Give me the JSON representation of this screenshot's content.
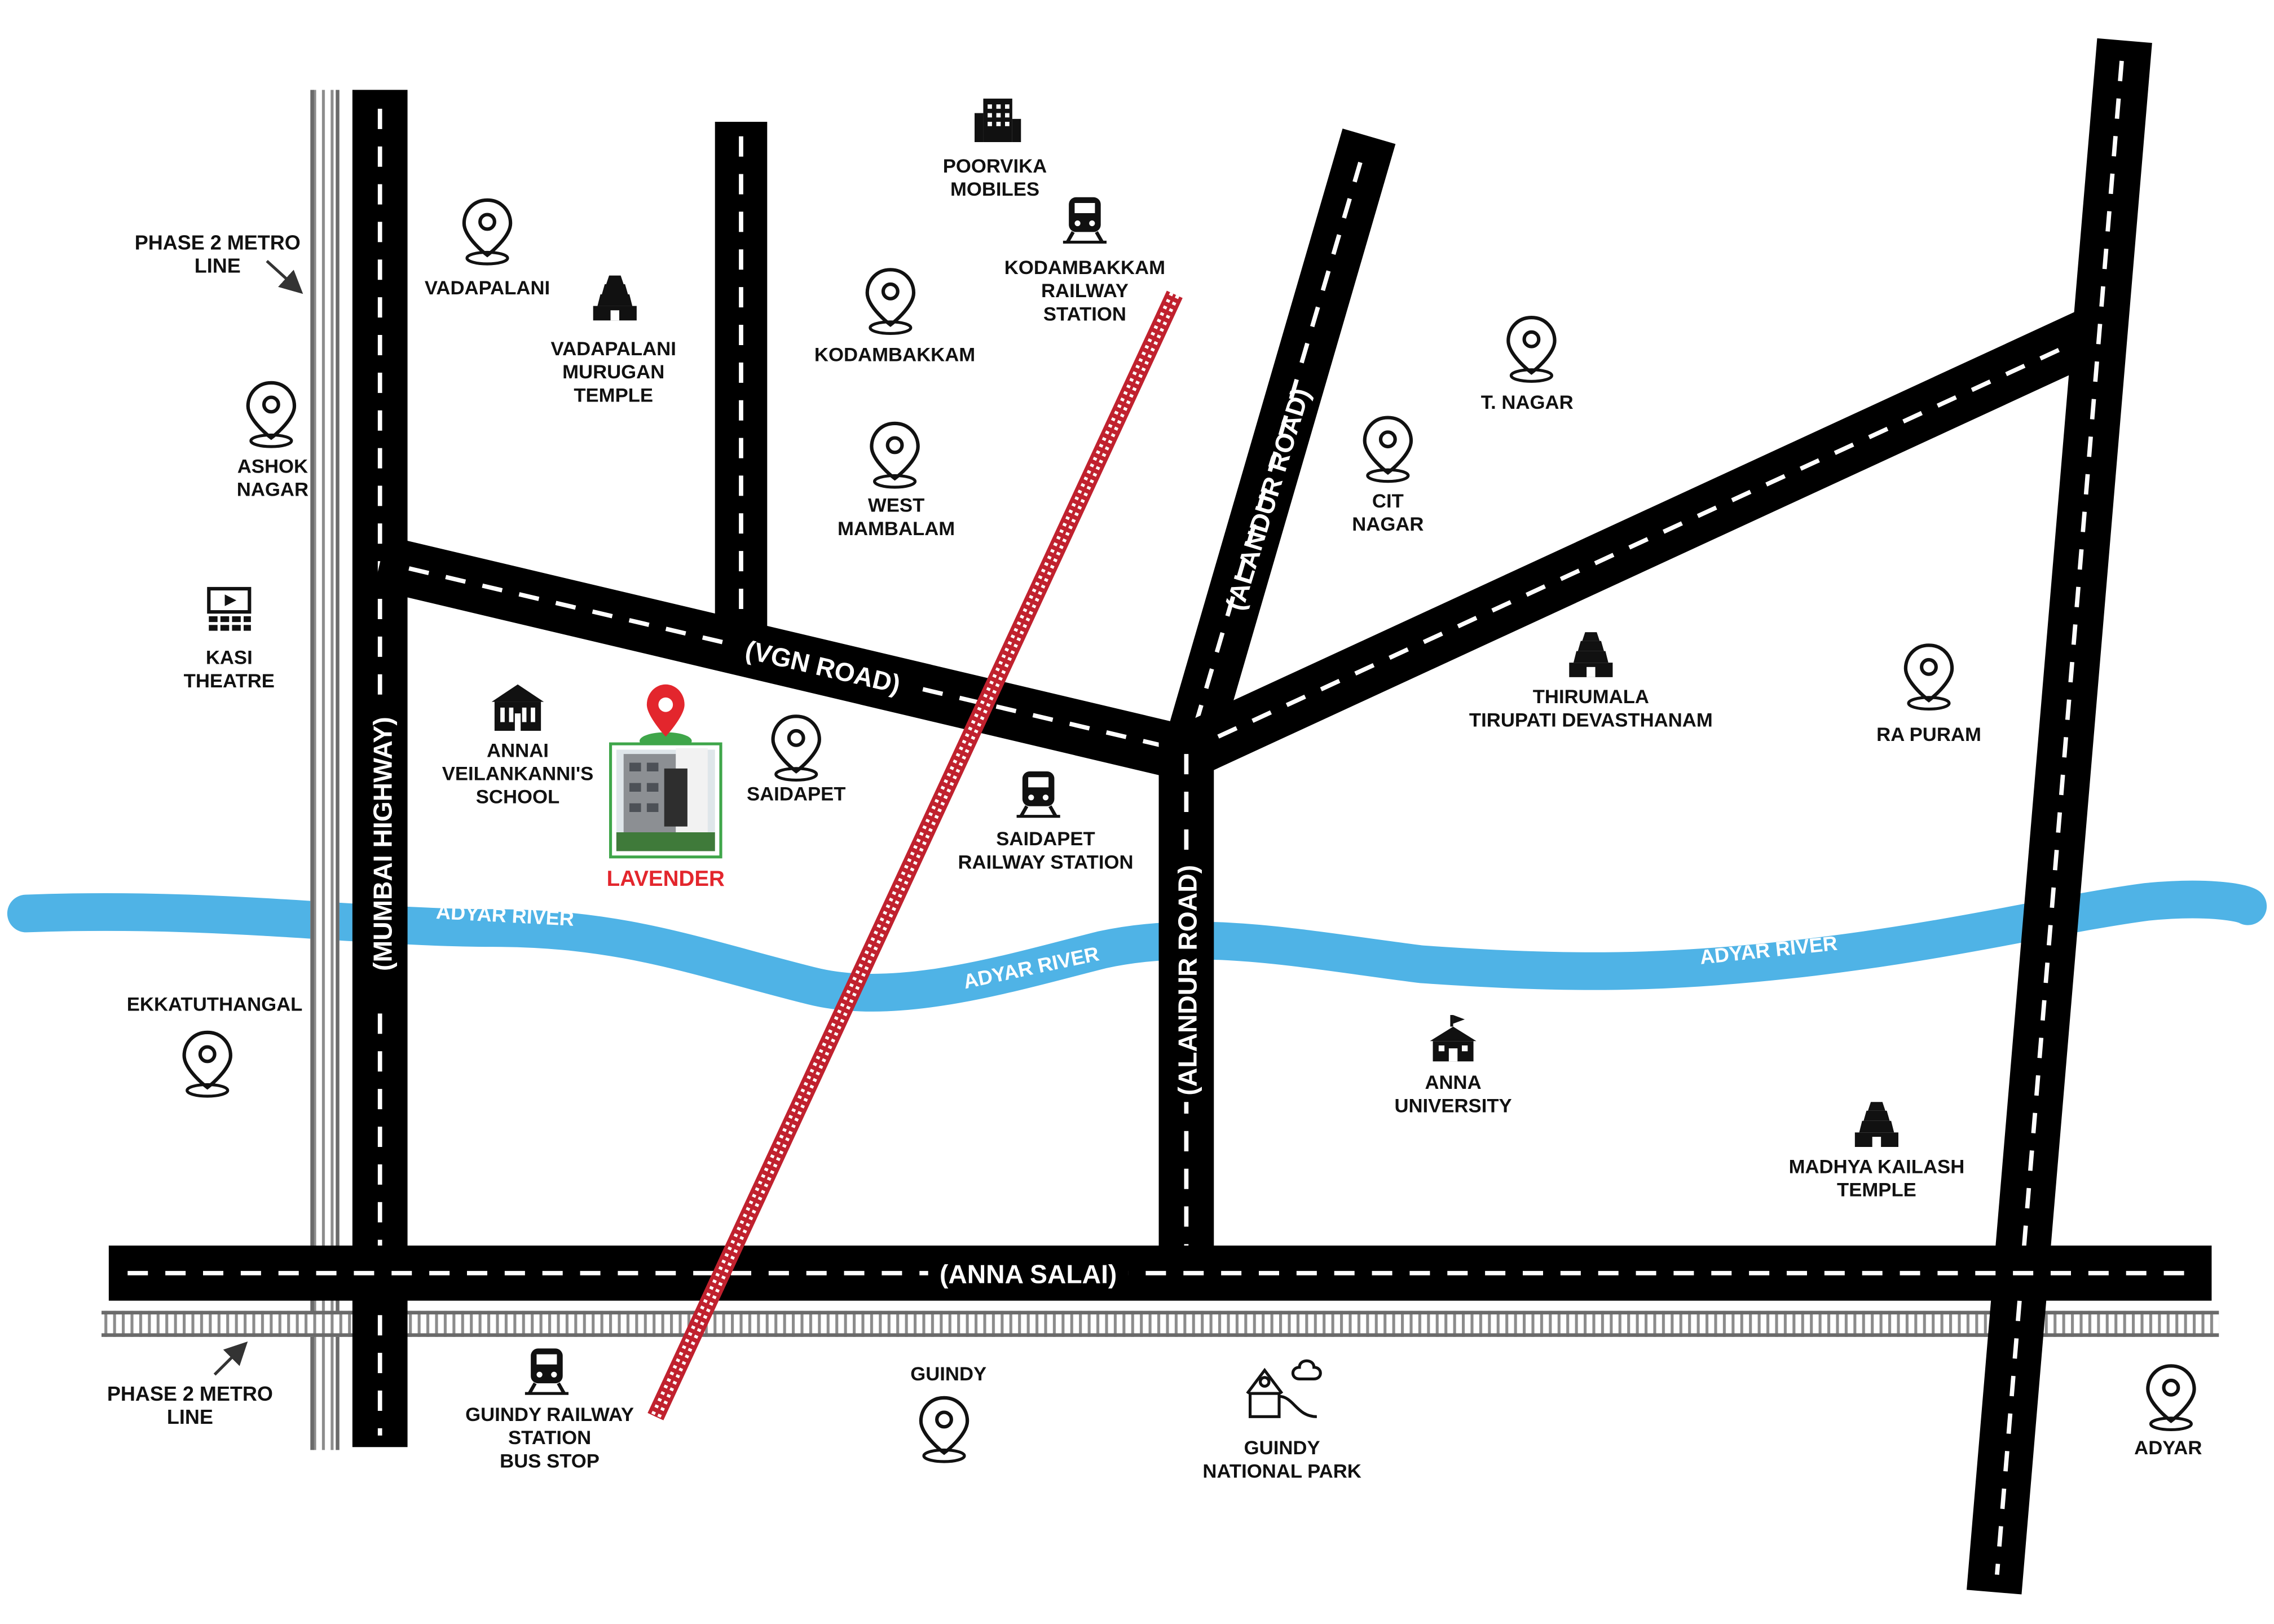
{
  "colors": {
    "road": "#000000",
    "road_dash": "#ffffff",
    "river": "#4fb3e6",
    "rail_gray": "#8c8c8c",
    "rail_red": "#c0212e",
    "pin": "#111111",
    "project_pin": "#e3262d",
    "project_label": "#e3262d"
  },
  "roads": {
    "mumbai_highway": "(MUMBAI HIGHWAY)",
    "vgn_road": "(VGN ROAD)",
    "alandur_road_upper": "(ALANDUR ROAD)",
    "alandur_road_lower": "(ALANDUR ROAD)",
    "anna_salai": "(ANNA SALAI)"
  },
  "river": {
    "label_west": "ADYAR RIVER",
    "label_mid": "ADYAR RIVER",
    "label_east": "ADYAR RIVER"
  },
  "metro": {
    "top_line1": "PHASE 2 METRO",
    "top_line2": "LINE",
    "bottom_line1": "PHASE 2 METRO",
    "bottom_line2": "LINE"
  },
  "project": {
    "name": "LAVENDER"
  },
  "places": {
    "poorvika": {
      "line1": "POORVIKA",
      "line2": "MOBILES",
      "icon": "building-icon"
    },
    "kodambakkam_station": {
      "line1": "KODAMBAKKAM",
      "line2": "RAILWAY",
      "line3": "STATION",
      "icon": "train-icon"
    },
    "vadapalani": {
      "line1": "VADAPALANI",
      "icon": "location-pin-icon"
    },
    "vadapalani_temple": {
      "line1": "VADAPALANI",
      "line2": "MURUGAN",
      "line3": "TEMPLE",
      "icon": "temple-icon"
    },
    "kodambakkam": {
      "line1": "KODAMBAKKAM",
      "icon": "location-pin-icon"
    },
    "t_nagar": {
      "line1": "T. NAGAR",
      "icon": "location-pin-icon"
    },
    "ashok_nagar": {
      "line1": "ASHOK",
      "line2": "NAGAR",
      "icon": "location-pin-icon"
    },
    "west_mambalam": {
      "line1": "WEST",
      "line2": "MAMBALAM",
      "icon": "location-pin-icon"
    },
    "cit_nagar": {
      "line1": "CIT",
      "line2": "NAGAR",
      "icon": "location-pin-icon"
    },
    "kasi_theatre": {
      "line1": "KASI",
      "line2": "THEATRE",
      "icon": "cinema-icon"
    },
    "thirumala": {
      "line1": "THIRUMALA",
      "line2": "TIRUPATI DEVASTHANAM",
      "icon": "temple-icon"
    },
    "ra_puram": {
      "line1": "RA PURAM",
      "icon": "location-pin-icon"
    },
    "annai_school": {
      "line1": "ANNAI",
      "line2": "VEILANKANNI'S",
      "line3": "SCHOOL",
      "icon": "school-icon"
    },
    "saidapet": {
      "line1": "SAIDAPET",
      "icon": "location-pin-icon"
    },
    "saidapet_station": {
      "line1": "SAIDAPET",
      "line2": "RAILWAY STATION",
      "icon": "train-icon"
    },
    "ekkatuthangal": {
      "line1": "EKKATUTHANGAL",
      "icon": "location-pin-icon"
    },
    "anna_university": {
      "line1": "ANNA",
      "line2": "UNIVERSITY",
      "icon": "university-icon"
    },
    "madhya_kailash": {
      "line1": "MADHYA KAILASH",
      "line2": "TEMPLE",
      "icon": "temple-icon"
    },
    "guindy_station": {
      "line1": "GUINDY RAILWAY",
      "line2": "STATION",
      "line3": "BUS STOP",
      "icon": "train-icon"
    },
    "guindy": {
      "line1": "GUINDY",
      "icon": "location-pin-icon"
    },
    "guindy_park": {
      "line1": "GUINDY",
      "line2": "NATIONAL PARK",
      "icon": "park-icon"
    },
    "adyar": {
      "line1": "ADYAR",
      "icon": "location-pin-icon"
    }
  }
}
